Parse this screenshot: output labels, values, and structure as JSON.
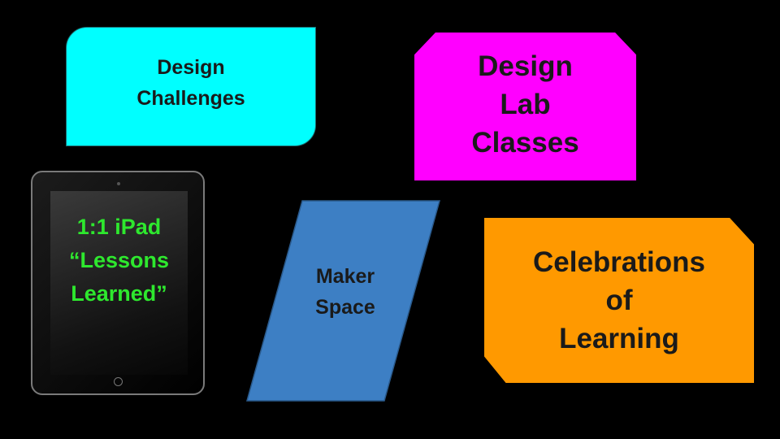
{
  "background_color": "#000000",
  "nodes": {
    "design_challenges": {
      "text": "Design\nChallenges",
      "color": "#00FFFF"
    },
    "design_lab_classes": {
      "text": "Design\nLab\nClasses",
      "color": "#FF00FF"
    },
    "maker_space": {
      "text": "Maker\nSpace",
      "color": "#3D7FC4"
    },
    "celebrations_of_learning": {
      "text": "Celebrations\nof\nLearning",
      "color": "#FF9900"
    },
    "ipad_lessons": {
      "text": "1:1 iPad\n“Lessons\nLearned”",
      "color": "#2EE82E"
    }
  }
}
